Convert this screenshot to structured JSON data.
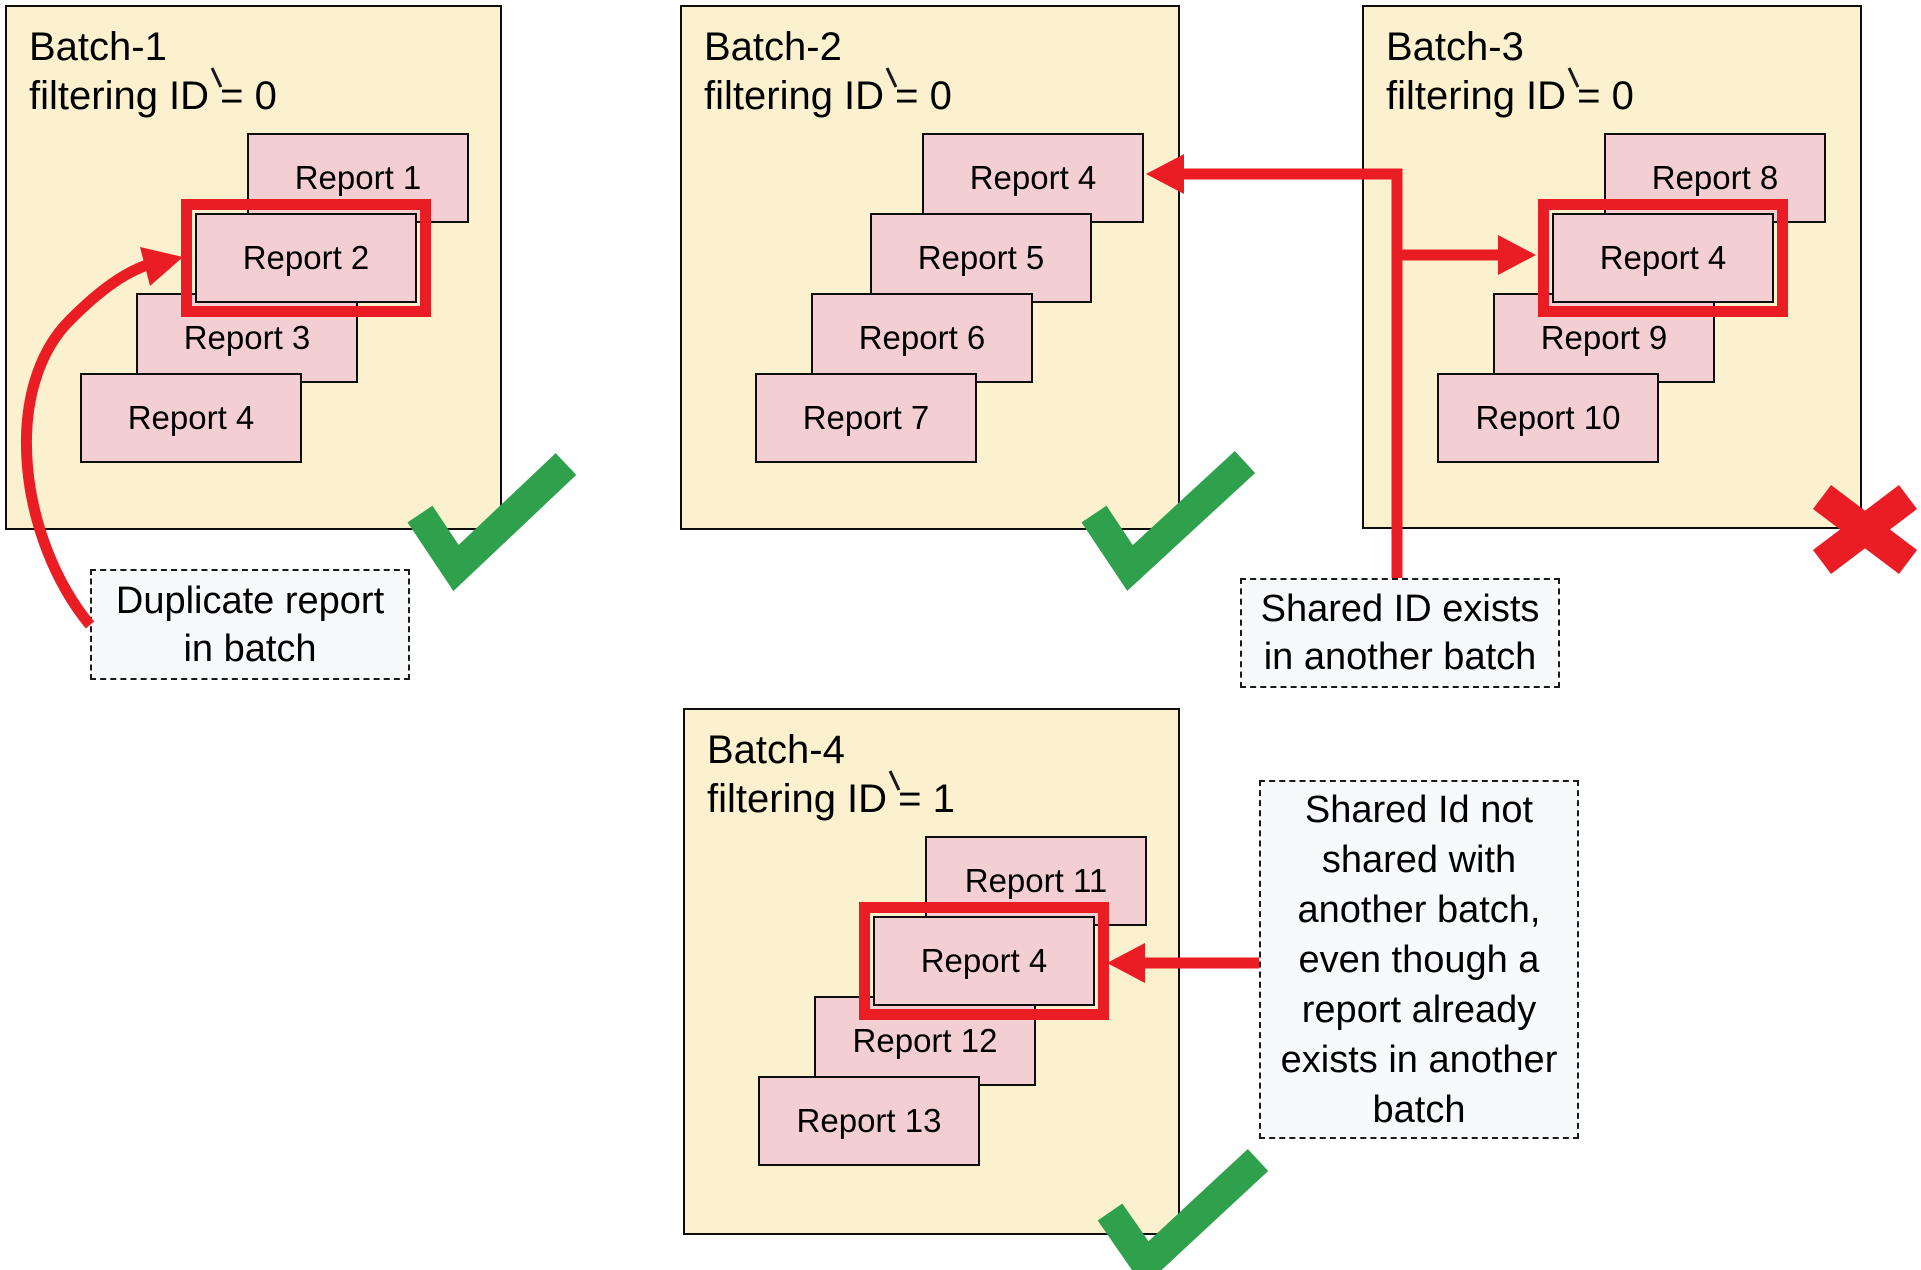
{
  "batches": [
    {
      "title": "Batch-1",
      "subtitle": "filtering ID = 0",
      "reports": [
        "Report 1",
        "Report 2",
        "Report 3",
        "Report 4"
      ],
      "highlighted_report": "Report 2",
      "result": "pass"
    },
    {
      "title": "Batch-2",
      "subtitle": "filtering ID = 0",
      "reports": [
        "Report 4",
        "Report 5",
        "Report 6",
        "Report 7"
      ],
      "highlighted_report": null,
      "result": "pass"
    },
    {
      "title": "Batch-3",
      "subtitle": "filtering ID = 0",
      "reports": [
        "Report 8",
        "Report 4",
        "Report 9",
        "Report 10"
      ],
      "highlighted_report": "Report 4",
      "result": "fail"
    },
    {
      "title": "Batch-4",
      "subtitle": "filtering ID = 1",
      "reports": [
        "Report 11",
        "Report 4",
        "Report 12",
        "Report 13"
      ],
      "highlighted_report": "Report 4",
      "result": "pass"
    }
  ],
  "annotations": {
    "duplicate": {
      "text": "Duplicate report in batch"
    },
    "shared_exists": {
      "text": "Shared ID exists in another batch"
    },
    "shared_not": {
      "text": "Shared Id not shared with another batch, even though a report already exists in another batch"
    }
  },
  "colors": {
    "batch_fill": "#fcf1ce",
    "report_fill": "#f3ced2",
    "accent_red": "#ea1c24",
    "check_green": "#2fa14c",
    "annotation_fill": "#f7f9fa"
  }
}
